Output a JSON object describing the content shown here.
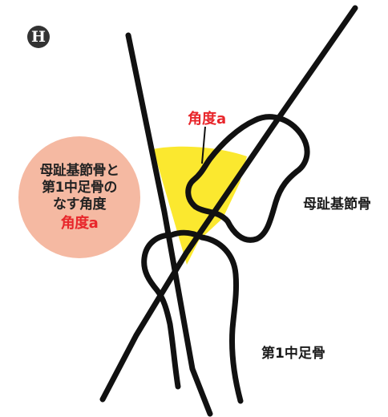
{
  "panel_letter": "H",
  "callout": {
    "lines": [
      "母趾基節骨と",
      "第1中足骨の",
      "なす角度"
    ],
    "accent": "角度a"
  },
  "angle_label": "角度a",
  "labels": {
    "proximal_phalanx": "母趾基節骨",
    "first_metatarsal": "第1中足骨"
  },
  "colors": {
    "angle_fill": "#fbe82f",
    "accent_text": "#e8262b",
    "callout_bg": "#f5b9a2",
    "line": "#111111"
  }
}
